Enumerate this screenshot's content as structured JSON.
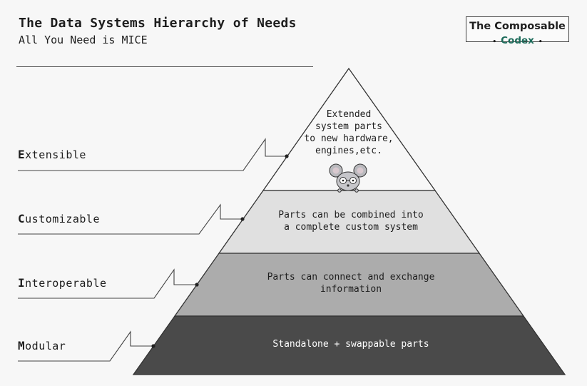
{
  "header": {
    "title": "The Data Systems Hierarchy of Needs",
    "subtitle": "All You Need is MICE"
  },
  "logo": {
    "line1": "The Composable",
    "line2": "Codex",
    "dot": "•"
  },
  "levels": [
    {
      "label_initial": "E",
      "label_rest": "xtensible",
      "text_lines": [
        "Extended",
        "system parts",
        "to new hardware,",
        "engines,etc."
      ],
      "fill": "#f7f7f7"
    },
    {
      "label_initial": "C",
      "label_rest": "ustomizable",
      "text_lines": [
        "Parts can be combined into",
        "a complete custom system"
      ],
      "fill": "#e0e0e0"
    },
    {
      "label_initial": "I",
      "label_rest": "nteroperable",
      "text_lines": [
        "Parts can connect and exchange",
        "information"
      ],
      "fill": "#acacac"
    },
    {
      "label_initial": "M",
      "label_rest": "odular",
      "text_lines": [
        "Standalone + swappable parts"
      ],
      "fill": "#4a4a4a"
    }
  ],
  "mascot": "mouse-with-glasses",
  "colors": {
    "outline": "#333333",
    "bottom_text": "#ffffff",
    "logo_accent": "#1c6b5a"
  }
}
